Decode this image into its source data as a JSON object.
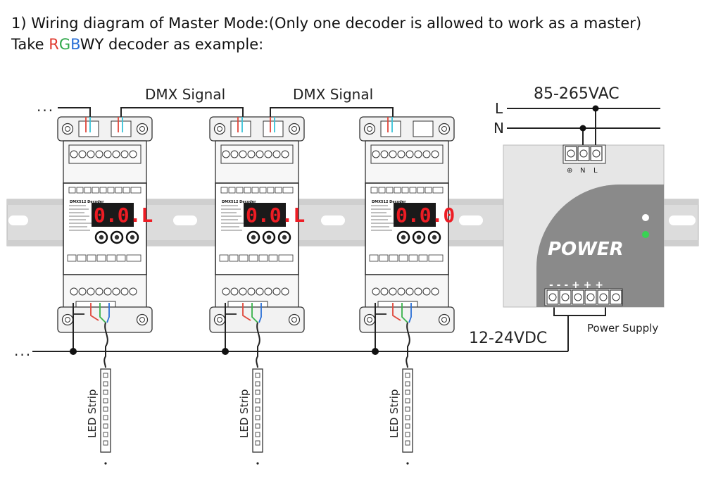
{
  "heading": {
    "line1": "1) Wiring diagram of Master Mode:(Only one decoder is allowed to work as a master)",
    "line2_prefix": "Take ",
    "line2_r": "R",
    "line2_g": "G",
    "line2_b": "B",
    "line2_suffix": "WY decoder as example:"
  },
  "labels": {
    "dmx1": "DMX Signal",
    "dmx2": "DMX Signal",
    "ac": "85-265VAC",
    "line_l": "L",
    "line_n": "N",
    "dc": "12-24VDC",
    "power_supply": "Power Supply",
    "power": "POWER",
    "ellipsis_top": "...",
    "ellipsis_bottom": "...",
    "terminal_earth": "⊕",
    "terminal_n": "N",
    "terminal_l": "L",
    "dc_terminals": "- - - + + +"
  },
  "decoders": [
    {
      "title": "DMX512 Decoder",
      "display": "0.0.L",
      "strip_label": "LED Strip"
    },
    {
      "title": "DMX512 Decoder",
      "display": "0.0.L",
      "strip_label": "LED Strip"
    },
    {
      "title": "DMX512 Decoder",
      "display": "0.0.0",
      "strip_label": "LED Strip"
    }
  ],
  "colors": {
    "wire_red": "#e0463a",
    "wire_cyan": "#39c3d8",
    "wire_green": "#38b24a",
    "wire_blue": "#2a6fd6",
    "display_red": "#ee1c24",
    "led_green": "#39d353"
  }
}
